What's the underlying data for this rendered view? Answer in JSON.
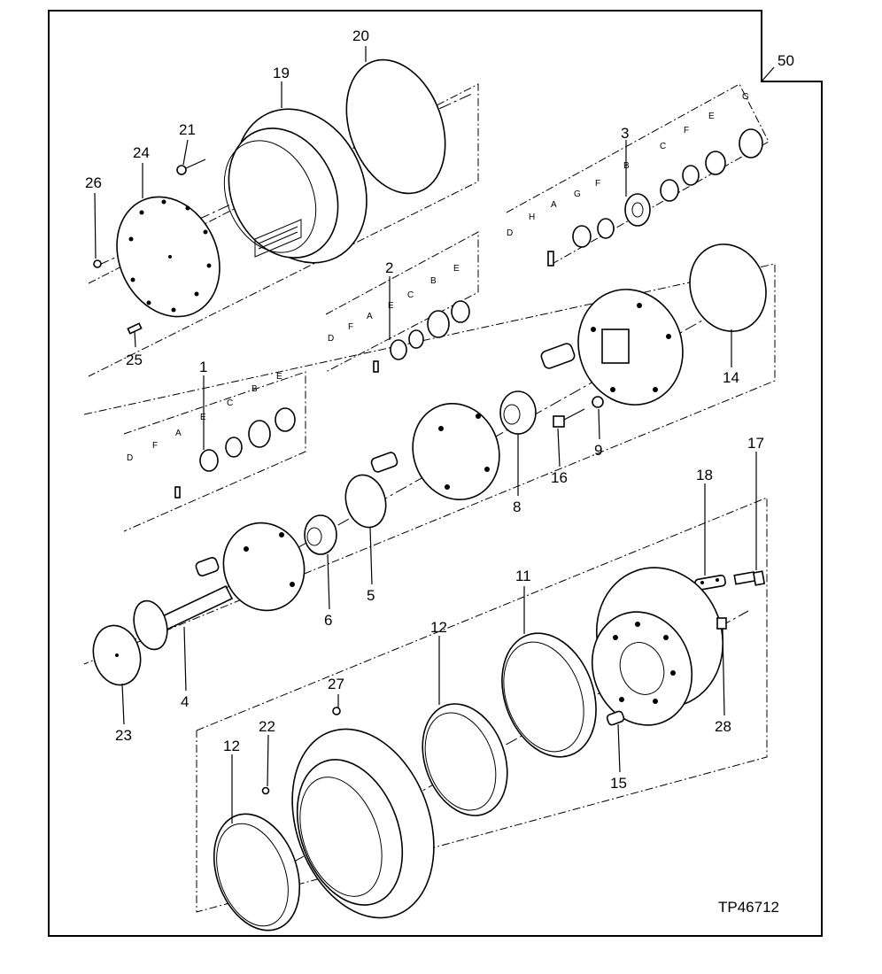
{
  "diagram": {
    "reference": "TP46712",
    "assembly_number": "50",
    "callouts": {
      "c1": "1",
      "c2": "2",
      "c3": "3",
      "c4": "4",
      "c5": "5",
      "c6": "6",
      "c8": "8",
      "c9": "9",
      "c11": "11",
      "c12a": "12",
      "c12b": "12",
      "c14": "14",
      "c15": "15",
      "c16": "16",
      "c17": "17",
      "c18": "18",
      "c19": "19",
      "c20": "20",
      "c21": "21",
      "c22": "22",
      "c23": "23",
      "c24": "24",
      "c25": "25",
      "c26": "26",
      "c27": "27",
      "c28": "28"
    },
    "sublabels": {
      "g1": [
        "D",
        "F",
        "A",
        "E",
        "C",
        "B",
        "E"
      ],
      "g2": [
        "D",
        "F",
        "A",
        "E",
        "C",
        "B",
        "E"
      ],
      "g3": [
        "D",
        "H",
        "A",
        "G",
        "F",
        "B",
        "C",
        "F",
        "E",
        "G"
      ]
    }
  }
}
